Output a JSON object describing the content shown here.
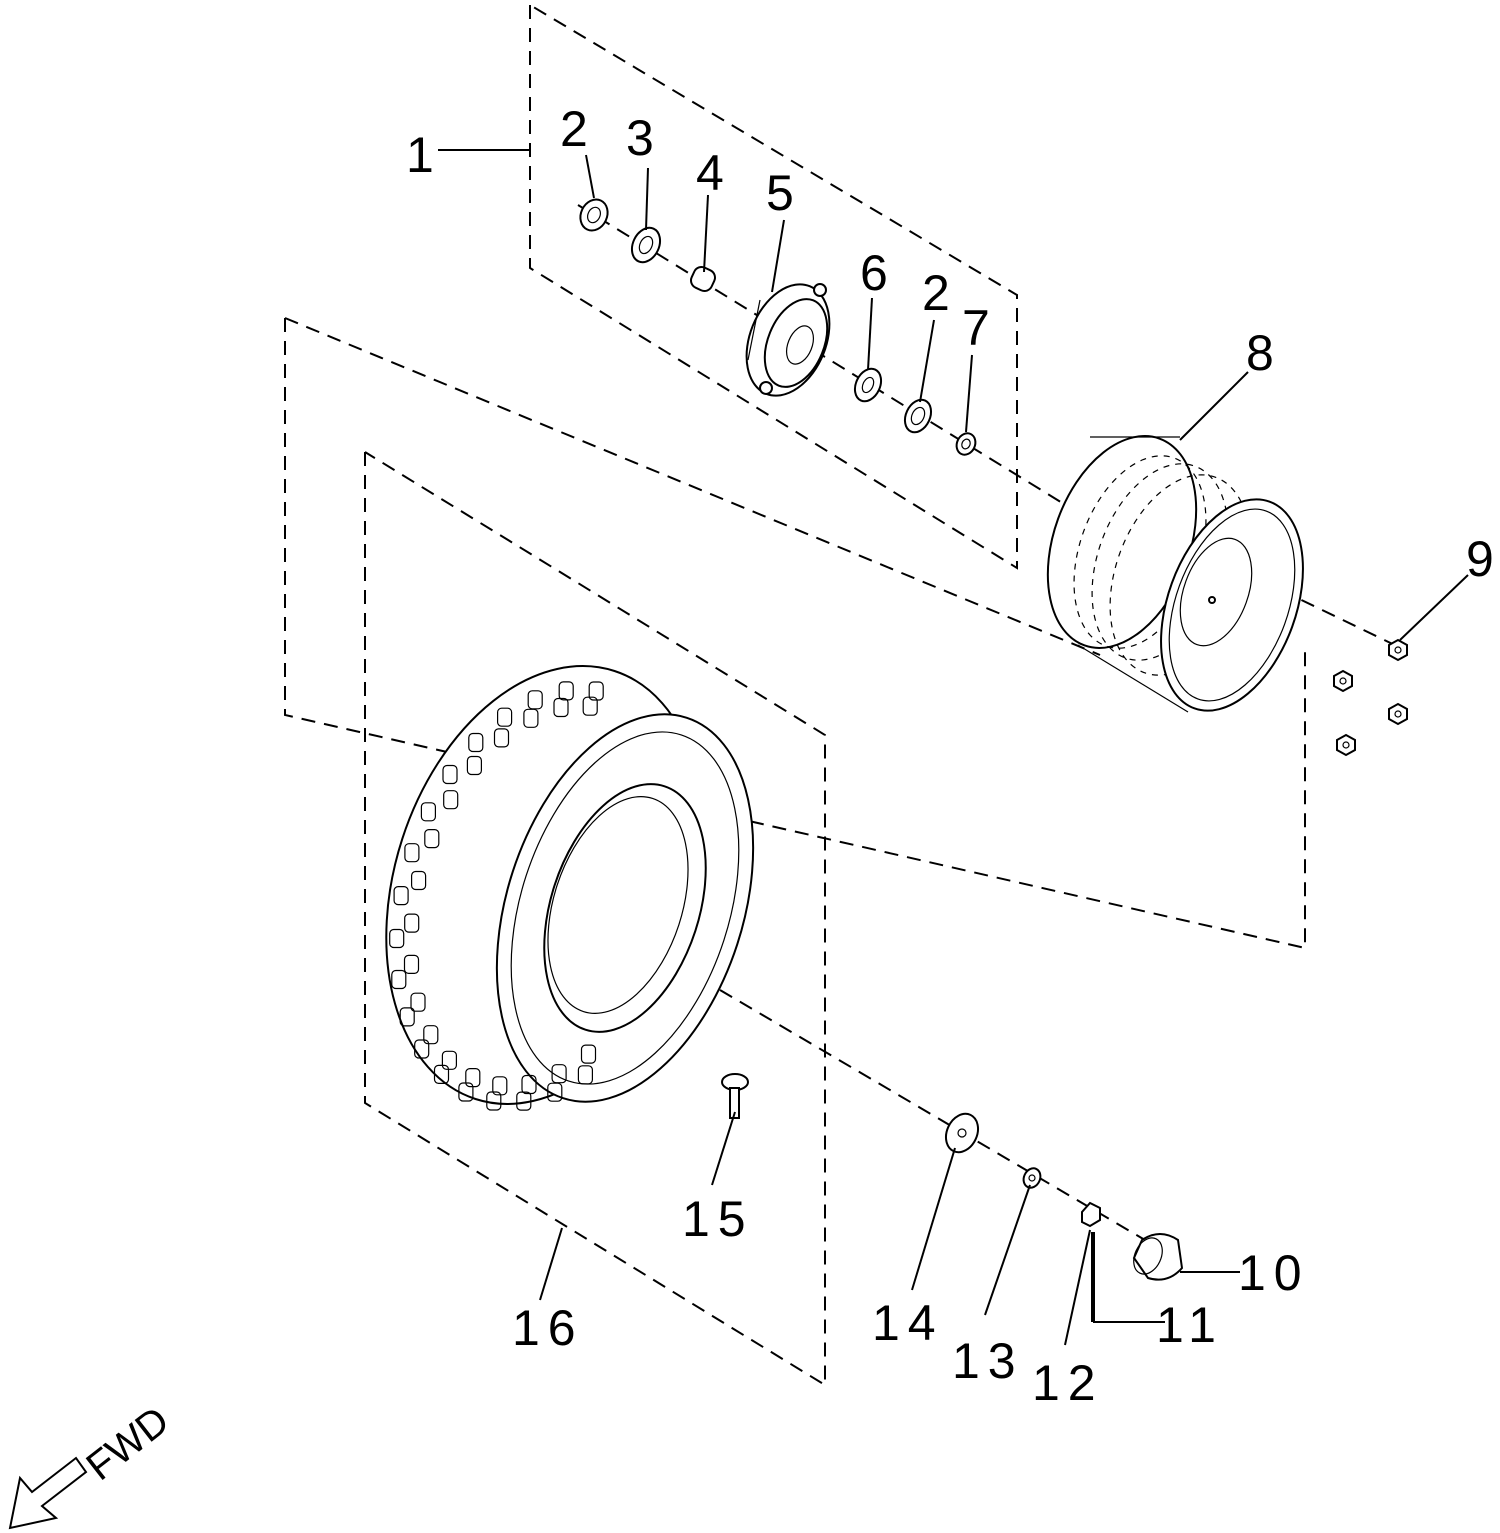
{
  "labels": {
    "p1": "1",
    "p2a": "2",
    "p3": "3",
    "p4": "4",
    "p5": "5",
    "p6": "6",
    "p2b": "2",
    "p7": "7",
    "p8": "8",
    "p9": "9",
    "p10": "10",
    "p11": "11",
    "p12": "12",
    "p13": "13",
    "p14": "14",
    "p15": "15",
    "p16": "16"
  },
  "direction": {
    "text": "FWD",
    "icon": "forward-arrow-icon"
  },
  "colors": {
    "line": "#000000",
    "background": "#ffffff"
  }
}
